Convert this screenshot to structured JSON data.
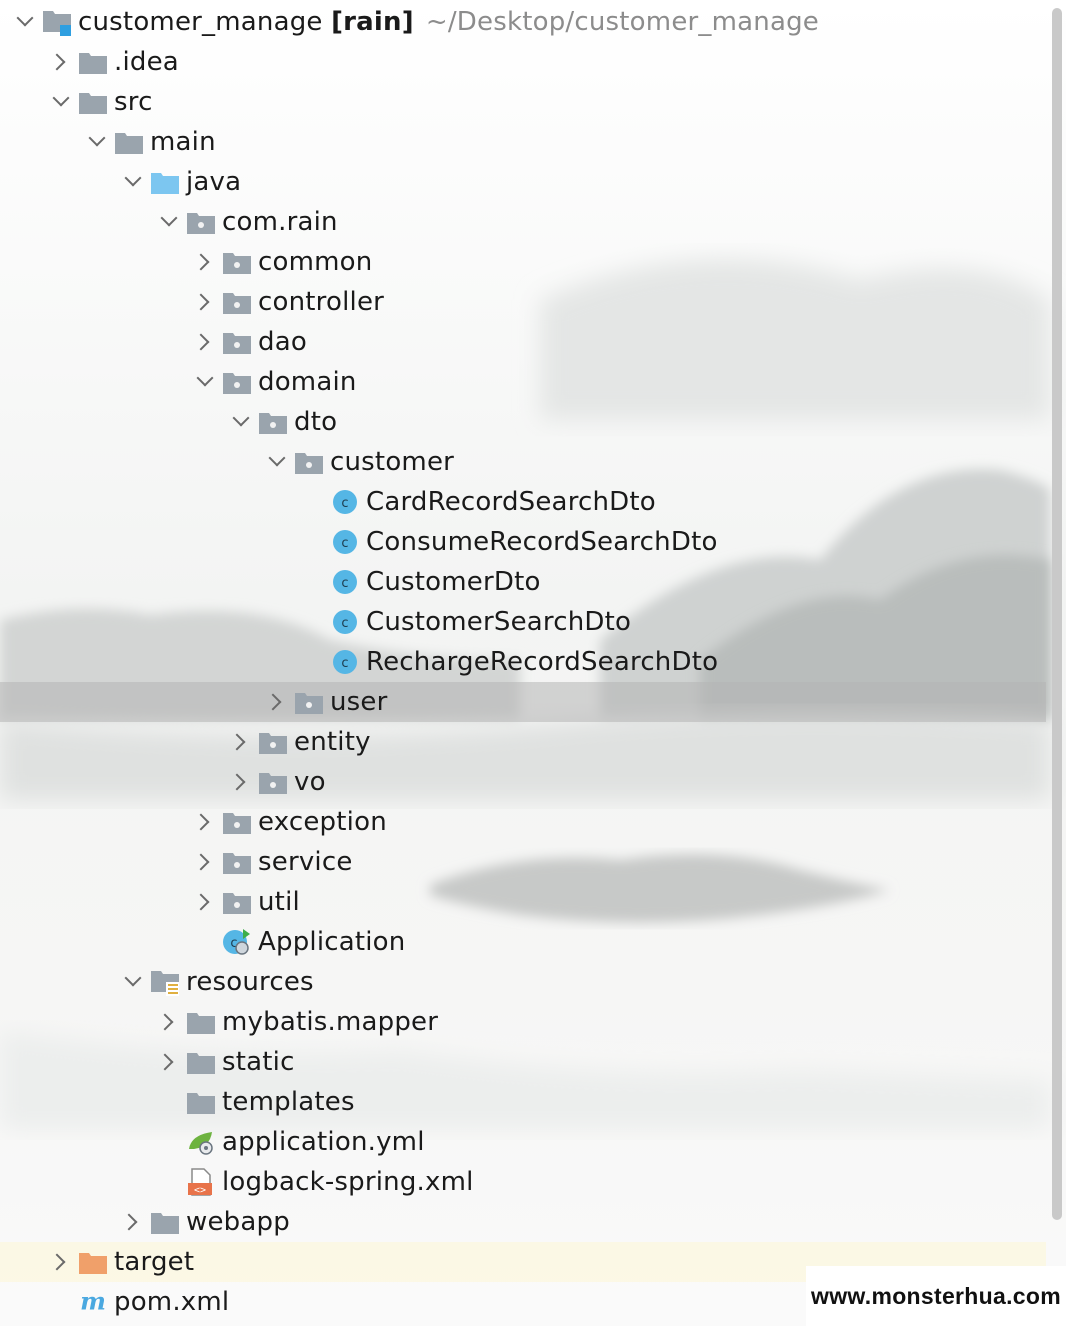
{
  "project": {
    "name": "customer_manage",
    "branch": "[rain]",
    "path": "~/Desktop/customer_manage"
  },
  "colors": {
    "folder": "#9aa4ad",
    "source_folder": "#7cc6f0",
    "class_icon": "#55b6e5",
    "target_folder": "#f0a06a",
    "selected_row": "#c0c0c0",
    "maven_icon": "#4aa8e0"
  },
  "tree": [
    {
      "label": "customer_manage",
      "depth": 0,
      "arrow": "expanded",
      "icon": "module-folder-icon",
      "root": true
    },
    {
      "label": ".idea",
      "depth": 1,
      "arrow": "collapsed",
      "icon": "folder-icon"
    },
    {
      "label": "src",
      "depth": 1,
      "arrow": "expanded",
      "icon": "folder-icon"
    },
    {
      "label": "main",
      "depth": 2,
      "arrow": "expanded",
      "icon": "folder-icon"
    },
    {
      "label": "java",
      "depth": 3,
      "arrow": "expanded",
      "icon": "source-folder-icon"
    },
    {
      "label": "com.rain",
      "depth": 4,
      "arrow": "expanded",
      "icon": "package-icon"
    },
    {
      "label": "common",
      "depth": 5,
      "arrow": "collapsed",
      "icon": "package-icon"
    },
    {
      "label": "controller",
      "depth": 5,
      "arrow": "collapsed",
      "icon": "package-icon"
    },
    {
      "label": "dao",
      "depth": 5,
      "arrow": "collapsed",
      "icon": "package-icon"
    },
    {
      "label": "domain",
      "depth": 5,
      "arrow": "expanded",
      "icon": "package-icon"
    },
    {
      "label": "dto",
      "depth": 6,
      "arrow": "expanded",
      "icon": "package-icon"
    },
    {
      "label": "customer",
      "depth": 7,
      "arrow": "expanded",
      "icon": "package-icon"
    },
    {
      "label": "CardRecordSearchDto",
      "depth": 8,
      "arrow": "none",
      "icon": "class-icon"
    },
    {
      "label": "ConsumeRecordSearchDto",
      "depth": 8,
      "arrow": "none",
      "icon": "class-icon"
    },
    {
      "label": "CustomerDto",
      "depth": 8,
      "arrow": "none",
      "icon": "class-icon"
    },
    {
      "label": "CustomerSearchDto",
      "depth": 8,
      "arrow": "none",
      "icon": "class-icon"
    },
    {
      "label": "RechargeRecordSearchDto",
      "depth": 8,
      "arrow": "none",
      "icon": "class-icon"
    },
    {
      "label": "user",
      "depth": 7,
      "arrow": "collapsed",
      "icon": "package-icon",
      "selected": true
    },
    {
      "label": "entity",
      "depth": 6,
      "arrow": "collapsed",
      "icon": "package-icon"
    },
    {
      "label": "vo",
      "depth": 6,
      "arrow": "collapsed",
      "icon": "package-icon"
    },
    {
      "label": "exception",
      "depth": 5,
      "arrow": "collapsed",
      "icon": "package-icon"
    },
    {
      "label": "service",
      "depth": 5,
      "arrow": "collapsed",
      "icon": "package-icon"
    },
    {
      "label": "util",
      "depth": 5,
      "arrow": "collapsed",
      "icon": "package-icon"
    },
    {
      "label": "Application",
      "depth": 5,
      "arrow": "none",
      "icon": "spring-boot-class-icon"
    },
    {
      "label": "resources",
      "depth": 3,
      "arrow": "expanded",
      "icon": "resources-folder-icon"
    },
    {
      "label": "mybatis.mapper",
      "depth": 4,
      "arrow": "collapsed",
      "icon": "folder-icon"
    },
    {
      "label": "static",
      "depth": 4,
      "arrow": "collapsed",
      "icon": "folder-icon"
    },
    {
      "label": "templates",
      "depth": 4,
      "arrow": "none",
      "icon": "folder-icon"
    },
    {
      "label": "application.yml",
      "depth": 4,
      "arrow": "none",
      "icon": "spring-config-icon"
    },
    {
      "label": "logback-spring.xml",
      "depth": 4,
      "arrow": "none",
      "icon": "xml-file-icon"
    },
    {
      "label": "webapp",
      "depth": 3,
      "arrow": "collapsed",
      "icon": "folder-icon"
    },
    {
      "label": "target",
      "depth": 1,
      "arrow": "collapsed",
      "icon": "excluded-folder-icon",
      "target": true
    },
    {
      "label": "pom.xml",
      "depth": 1,
      "arrow": "none",
      "icon": "maven-icon"
    }
  ],
  "watermark": "www.monsterhua.com"
}
